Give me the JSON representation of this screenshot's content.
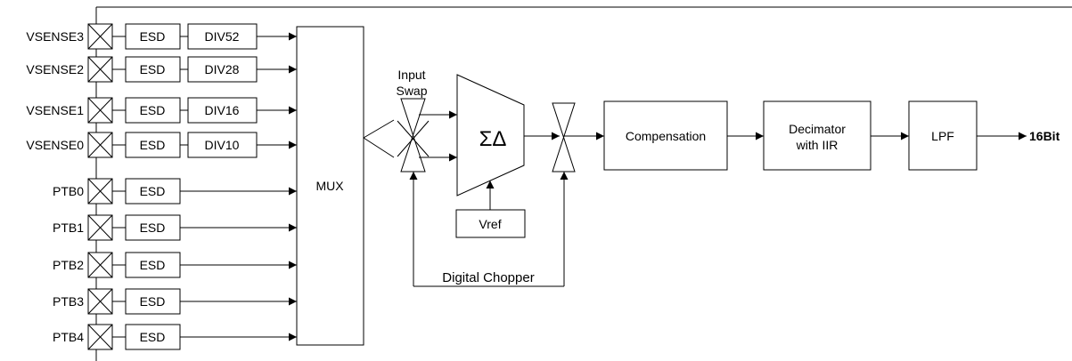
{
  "inputs": [
    {
      "label": "VSENSE3",
      "esd": "ESD",
      "div": "DIV52"
    },
    {
      "label": "VSENSE2",
      "esd": "ESD",
      "div": "DIV28"
    },
    {
      "label": "VSENSE1",
      "esd": "ESD",
      "div": "DIV16"
    },
    {
      "label": "VSENSE0",
      "esd": "ESD",
      "div": "DIV10"
    },
    {
      "label": "PTB0",
      "esd": "ESD"
    },
    {
      "label": "PTB1",
      "esd": "ESD"
    },
    {
      "label": "PTB2",
      "esd": "ESD"
    },
    {
      "label": "PTB3",
      "esd": "ESD"
    },
    {
      "label": "PTB4",
      "esd": "ESD"
    }
  ],
  "blocks": {
    "mux": "MUX",
    "input_swap_line1": "Input",
    "input_swap_line2": "Swap",
    "sigma_delta": "ΣΔ",
    "vref": "Vref",
    "digital_chopper": "Digital Chopper",
    "compensation": "Compensation",
    "decimator_line1": "Decimator",
    "decimator_line2": "with IIR",
    "lpf": "LPF",
    "output": "16Bit"
  }
}
